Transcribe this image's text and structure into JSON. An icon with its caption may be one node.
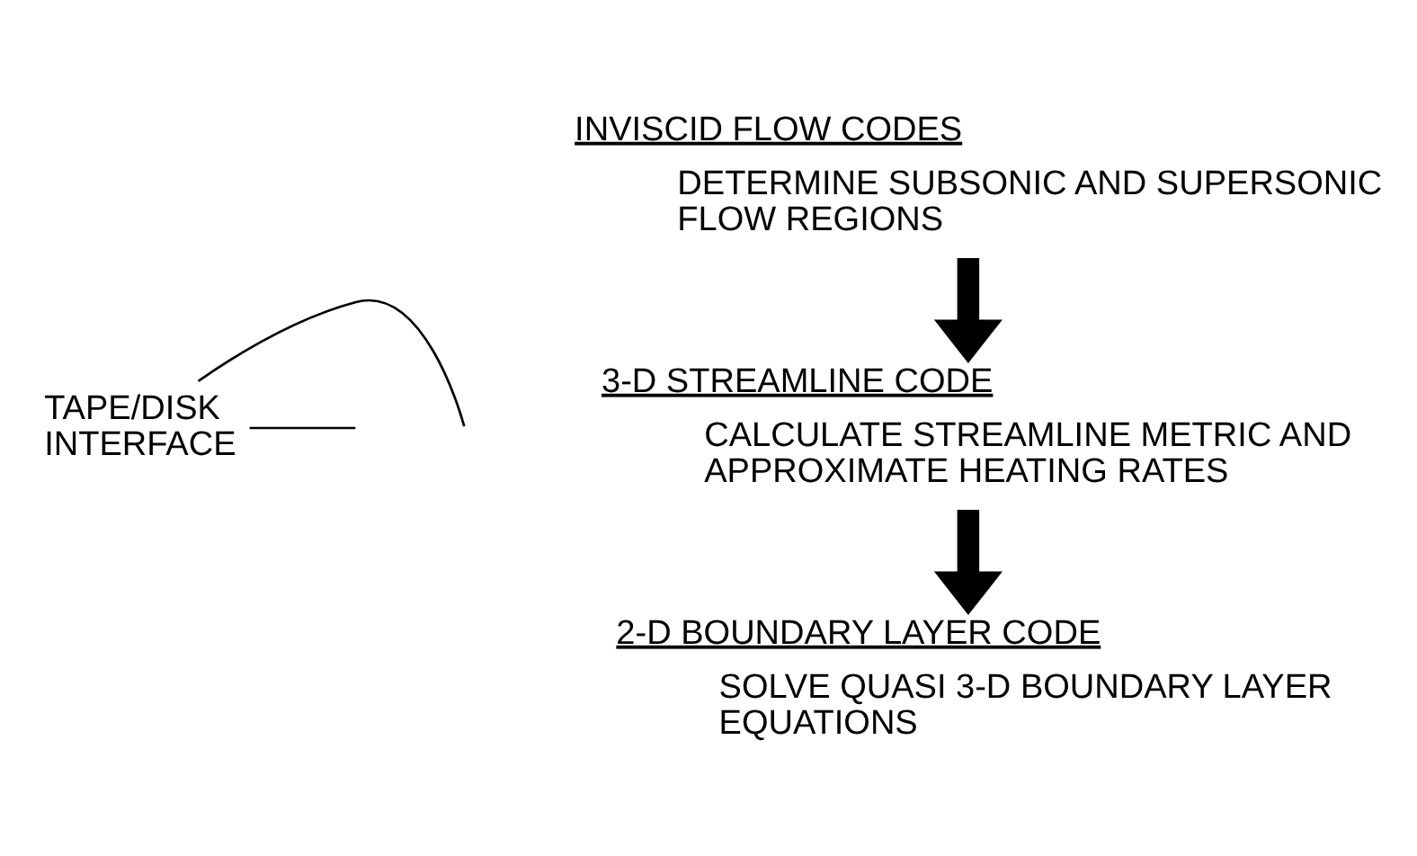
{
  "diagram": {
    "nodes": [
      {
        "text": [
          "INVISCID FLOW CODES",
          "DETERMINE SUBSONIC AND SUPERSONIC FLOW REGIONS"
        ]
      },
      {
        "text": [
          "3-D STREAMLINE CODE",
          "CALCULATE STREAMLINE METRIC AND APPROXIMATE HEATING RATES"
        ]
      },
      {
        "text": [
          "2-D BOUNDARY LAYER CODE",
          "SOLVE QUASI 3-D BOUNDARY LAYER EQUATIONS"
        ]
      },
      {
        "text": [
          "TAPE/DISK INTERFACE"
        ]
      }
    ],
    "edges": [
      {
        "from": 0,
        "to": 1,
        "arrow": "to",
        "style": "thick"
      },
      {
        "from": 1,
        "to": 2,
        "arrow": "to",
        "style": "thick"
      },
      {
        "from": 3,
        "to": null,
        "arrow": "none"
      },
      {
        "from": 3,
        "to": null,
        "arrow": "none"
      }
    ]
  }
}
